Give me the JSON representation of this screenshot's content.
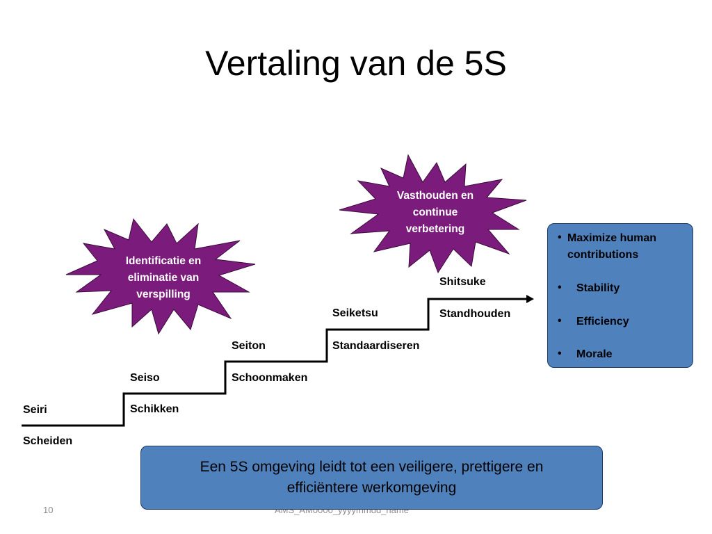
{
  "slide": {
    "title": "Vertaling van de 5S",
    "page_number": "10",
    "footer": "AMS_AM0000_yyyymmdd_name"
  },
  "steps": [
    {
      "japanese": "Seiri",
      "dutch": "Scheiden"
    },
    {
      "japanese": "Seiso",
      "dutch": "Schikken"
    },
    {
      "japanese": "Seiton",
      "dutch": "Schoonmaken"
    },
    {
      "japanese": "Seiketsu",
      "dutch": "Standaardiseren"
    },
    {
      "japanese": "Shitsuke",
      "dutch": "Standhouden"
    }
  ],
  "bursts": [
    {
      "text": "Identificatie en eliminatie van verspilling",
      "color": "#7b1c7d"
    },
    {
      "text": "Vasthouden en continue verbetering",
      "color": "#7b1c7d"
    }
  ],
  "benefits": {
    "heading": "Maximize human contributions",
    "items": [
      "Stability",
      "Efficiency",
      "Morale"
    ],
    "background": "#4f81bd"
  },
  "conclusion": {
    "text": "Een 5S omgeving leidt tot een veiligere, prettigere en efficiëntere werkomgeving",
    "background": "#4f81bd"
  }
}
